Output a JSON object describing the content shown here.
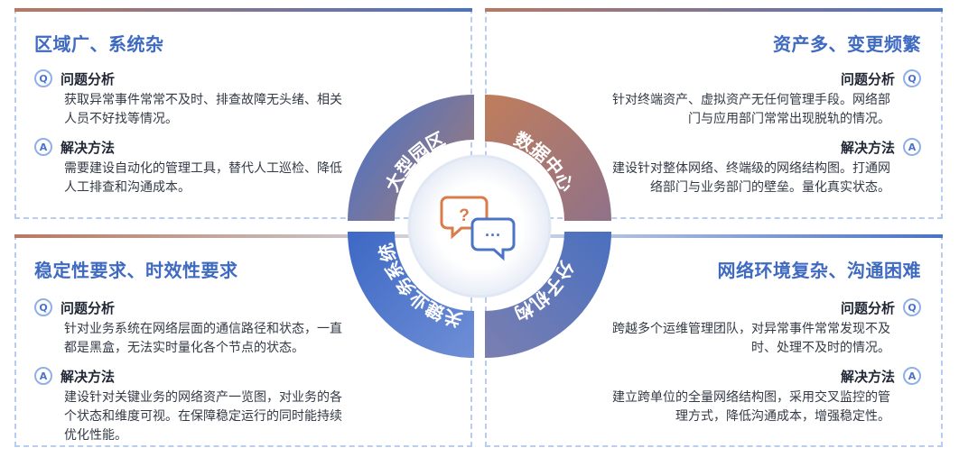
{
  "cards": {
    "tl": {
      "title": "区域广、系统杂",
      "analysis_label": "问题分析",
      "analysis_text": "获取异常事件常常不及时、排查故障无头绪、相关人员不好找等情况。",
      "solution_label": "解决方法",
      "solution_text": "需要建设自动化的管理工具，替代人工巡检、降低人工排查和沟通成本。"
    },
    "tr": {
      "title": "资产多、变更频繁",
      "analysis_label": "问题分析",
      "analysis_text": "针对终端资产、虚拟资产无任何管理手段。网络部门与应用部门常常出现脱轨的情况。",
      "solution_label": "解决方法",
      "solution_text": "建设针对整体网络、终端级的网络结构图。打通网络部门与业务部门的壁垒。量化真实状态。"
    },
    "bl": {
      "title": "稳定性要求、时效性要求",
      "analysis_label": "问题分析",
      "analysis_text": "针对业务系统在网络层面的通信路径和状态，一直都是黑盒，无法实时量化各个节点的状态。",
      "solution_label": "解决方法",
      "solution_text": "建设针对关键业务的网络资产一览图，对业务的各个状态和维度可视。在保障稳定运行的同时能持续优化性能。"
    },
    "br": {
      "title": "网络环境复杂、沟通困难",
      "analysis_label": "问题分析",
      "analysis_text": "跨越多个运维管理团队，对异常事件常常发现不及时、处理不及时的情况。",
      "solution_label": "解决方法",
      "solution_text": "建立跨单位的全量网络结构图，采用交叉监控的管理方式，降低沟通成本，增强稳定性。"
    }
  },
  "badges": {
    "analysis": "Q",
    "solution": "A"
  },
  "center": {
    "segments": [
      {
        "label": "大型园区",
        "color_start": "#a77b72",
        "color_end": "#4f73c3"
      },
      {
        "label": "数据中心",
        "color_start": "#c07d5c",
        "color_end": "#8f7289"
      },
      {
        "label": "分子机构",
        "color_start": "#4a70c0",
        "color_end": "#7b7fb0"
      },
      {
        "label": "关键业务系统",
        "color_start": "#3d68c4",
        "color_end": "#6f8fd6"
      }
    ],
    "icon_glyph_question": "?",
    "icon_glyph_dots": "···",
    "icon_color_orange": "#d97c4a",
    "icon_color_blue": "#4b74c8"
  }
}
